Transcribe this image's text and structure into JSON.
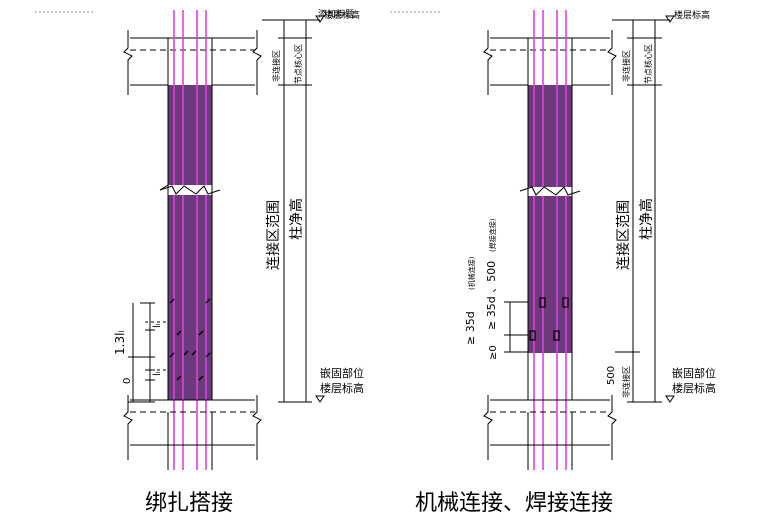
{
  "placeholder_text": "添加标题",
  "left": {
    "caption": "绑扎搭接",
    "labels": {
      "floor_elev_top": "楼层标高",
      "non_connect_zone": "非连接区",
      "node_core_zone": "节点核心区",
      "connect_range": "连接区范围",
      "clear_height": "柱净高",
      "embed_part": "嵌固部位",
      "floor_elev_bottom": "楼层标高"
    },
    "dims": {
      "lap_total": "1.3lₗ",
      "lap_a": "lₗ",
      "lap_b": "lₗ",
      "zero": "0"
    }
  },
  "right": {
    "caption": "机械连接、焊接连接",
    "labels": {
      "floor_elev_top": "楼层标高",
      "non_connect_zone": "非连接区",
      "node_core_zone": "节点核心区",
      "connect_range": "连接区范围",
      "clear_height": "柱净高",
      "embed_part": "嵌固部位",
      "floor_elev_bottom": "楼层标高",
      "non_connect_zone_bottom": "非连接区"
    },
    "dims": {
      "mech": "≥ 35d",
      "mech_note": "(机械连接)",
      "weld": "≥ 35d 、500",
      "weld_note": "(焊接连接)",
      "zero": "≥0",
      "bottom": "500"
    }
  },
  "colors": {
    "rebar": "#e040e0",
    "connect_zone": "#6a3a7a"
  }
}
